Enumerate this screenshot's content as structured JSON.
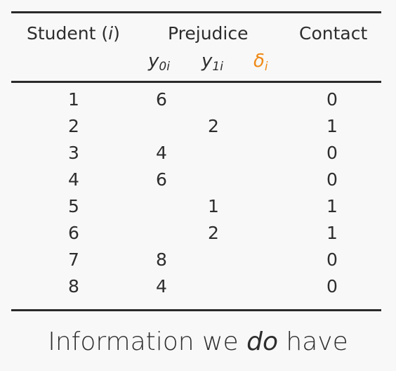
{
  "header": {
    "student_label": "Student (",
    "student_var": "i",
    "student_close": ")",
    "prejudice_label": "Prejudice",
    "contact_label": "Contact",
    "y0_base": "y",
    "y0_sub": "0i",
    "y1_base": "y",
    "y1_sub": "1i",
    "delta_base": "δ",
    "delta_sub": "i"
  },
  "rows": [
    {
      "id": "1",
      "y0": "6",
      "y1": "",
      "contact": "0"
    },
    {
      "id": "2",
      "y0": "",
      "y1": "2",
      "contact": "1"
    },
    {
      "id": "3",
      "y0": "4",
      "y1": "",
      "contact": "0"
    },
    {
      "id": "4",
      "y0": "6",
      "y1": "",
      "contact": "0"
    },
    {
      "id": "5",
      "y0": "",
      "y1": "1",
      "contact": "1"
    },
    {
      "id": "6",
      "y0": "",
      "y1": "2",
      "contact": "1"
    },
    {
      "id": "7",
      "y0": "8",
      "y1": "",
      "contact": "0"
    },
    {
      "id": "8",
      "y0": "4",
      "y1": "",
      "contact": "0"
    }
  ],
  "caption": {
    "before": "Information we ",
    "emph": "do",
    "after": " have"
  },
  "colors": {
    "accent": "#ef8a18",
    "text": "#2d2d2d",
    "background": "#f8f8f8"
  }
}
